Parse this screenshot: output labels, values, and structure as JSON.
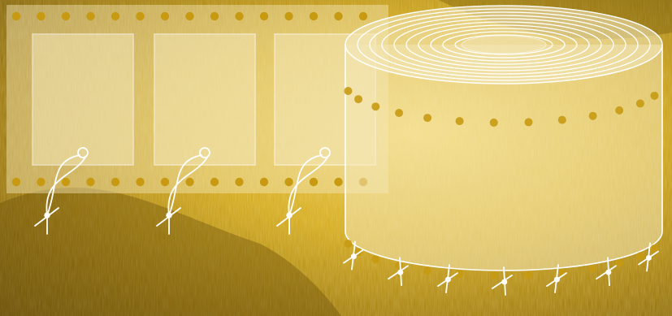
{
  "scene": {
    "background_colors": [
      "#f2d15a",
      "#d3a91a",
      "#a07a0a",
      "#6e5203"
    ],
    "film_fill": "#f4e7b8",
    "line_color": "#ffffff",
    "sprocket_color": "#c79a12",
    "frame_count": 3,
    "reel_rings": 10,
    "tag_count": 7
  }
}
